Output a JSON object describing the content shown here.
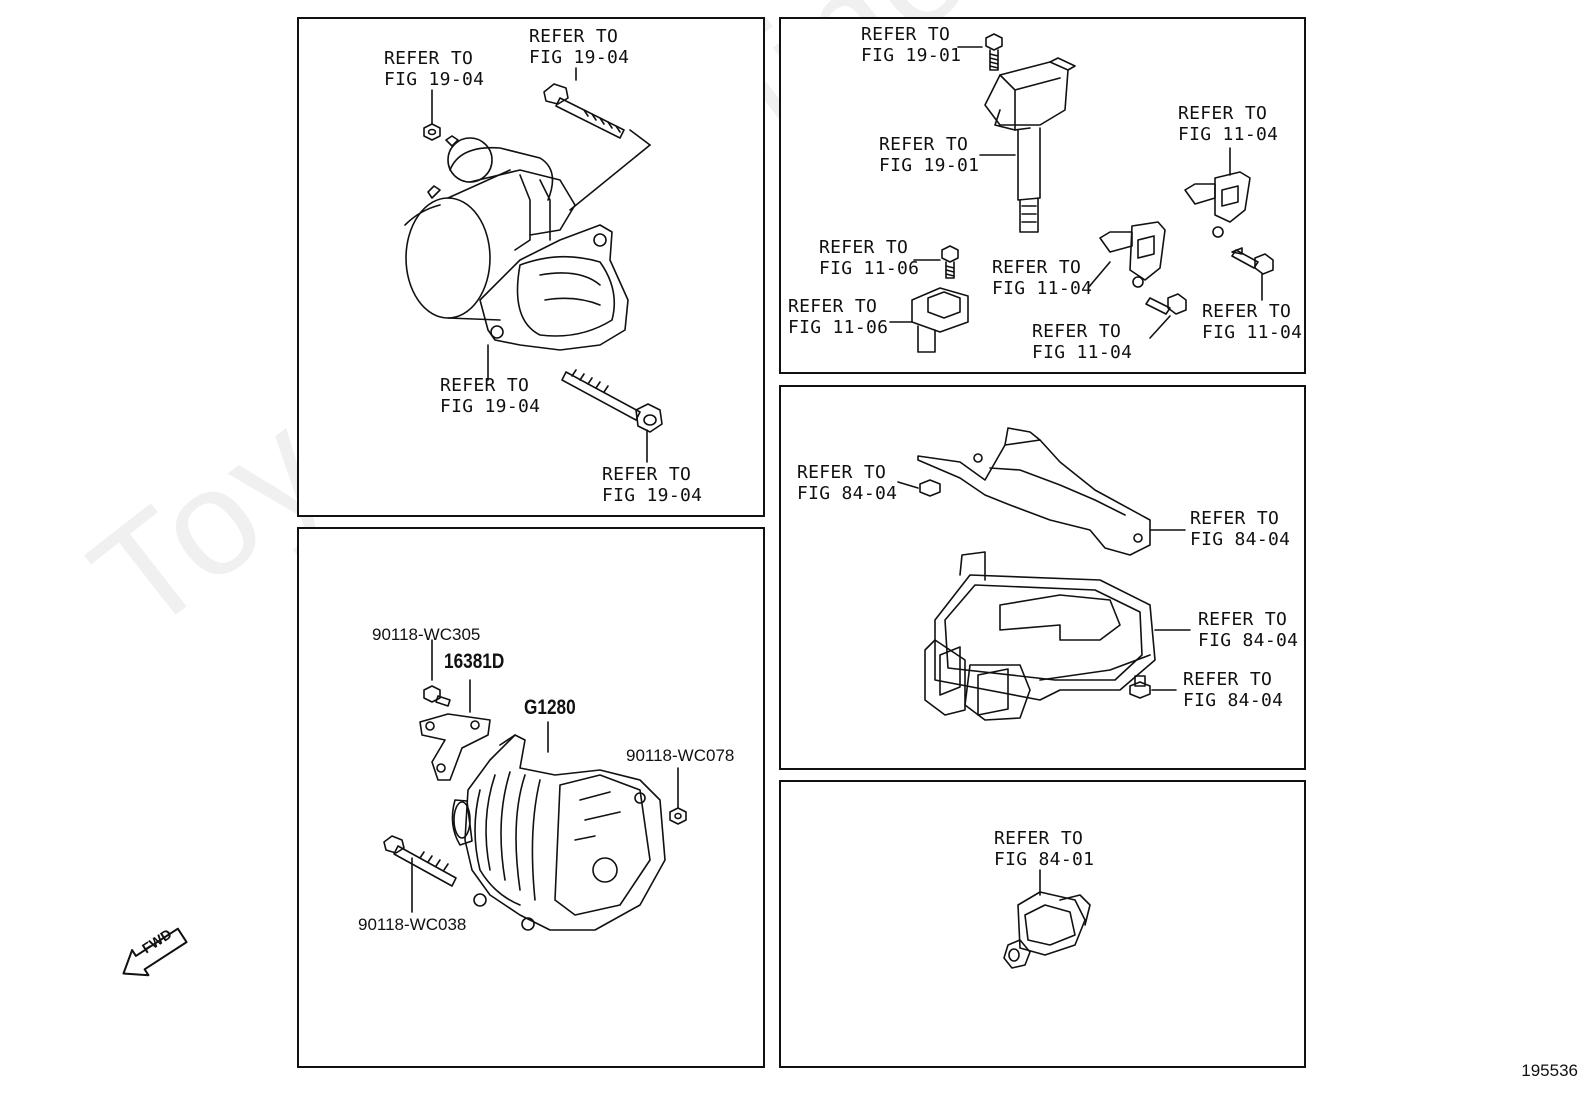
{
  "labels": {
    "p1_a": "REFER TO\nFIG 19-04",
    "p1_b": "REFER TO\nFIG 19-04",
    "p1_c": "REFER TO\nFIG 19-04",
    "p1_d": "REFER TO\nFIG 19-04",
    "p2_a": "REFER TO\nFIG 19-01",
    "p2_b": "REFER TO\nFIG 19-01",
    "p2_c": "REFER TO\nFIG 11-04",
    "p2_d": "REFER TO\nFIG 11-06",
    "p2_e": "REFER TO\nFIG 11-04",
    "p2_f": "REFER TO\nFIG 11-06",
    "p2_g": "REFER TO\nFIG 11-04",
    "p2_h": "REFER TO\nFIG 11-04",
    "p3_a": "REFER TO\nFIG 84-04",
    "p3_b": "REFER TO\nFIG 84-04",
    "p3_c": "REFER TO\nFIG 84-04",
    "p3_d": "REFER TO\nFIG 84-04",
    "p4_a": "REFER TO\nFIG 84-01"
  },
  "parts": {
    "bolt_top": "90118-WC305",
    "bracket": "16381D",
    "alternator": "G1280",
    "nut": "90118-WC078",
    "bolt_long": "90118-WC038"
  },
  "direction": "FWD",
  "figure_number": "195536",
  "watermark": "ToyotaCarMine.ru"
}
